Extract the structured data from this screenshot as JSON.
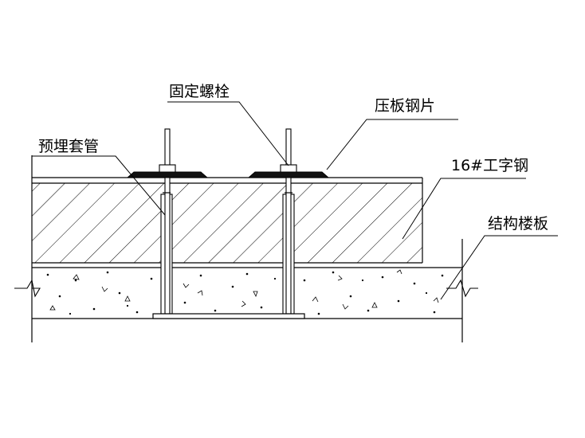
{
  "labels": {
    "fixing_bolt": "固定螺栓",
    "pressing_plate": "压板钢片",
    "embedded_sleeve": "预埋套管",
    "i_beam": "16#工字钢",
    "structural_slab": "结构楼板"
  },
  "colors": {
    "line": "#000000",
    "background": "#ffffff"
  }
}
